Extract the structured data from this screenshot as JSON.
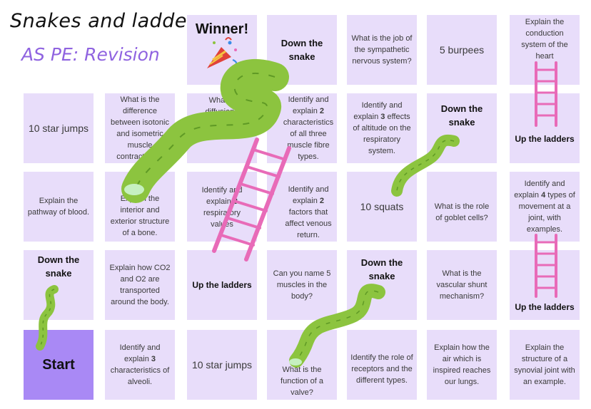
{
  "title": "Snakes and ladders",
  "subtitle": "AS PE: Revision",
  "cells": {
    "r0c2": "Winner!",
    "r0c3": "Down the snake",
    "r0c4": "What is the job of the sympathetic nervous system?",
    "r0c5": "5 burpees",
    "r0c6": "Explain the conduction system of the heart",
    "r1c0": "10 star jumps",
    "r1c1": "What is the difference between isotonic and isometric muscle contractions?",
    "r1c2": "What is diffusion?",
    "r1c3_a": "Identify and explain ",
    "r1c3_b": "2",
    "r1c3_c": " characteristics of all three muscle fibre types.",
    "r1c4_a": "Identify and explain ",
    "r1c4_b": "3",
    "r1c4_c": " effects of altitude on the respiratory system.",
    "r1c5": "Down the snake",
    "r1c6": "Up the ladders",
    "r2c0": "Explain the pathway of blood.",
    "r2c1": "Explain the interior and exterior structure of a bone.",
    "r2c2_a": "Identify and explain ",
    "r2c2_b": "3",
    "r2c2_c": " respiratory values",
    "r2c3_a": "Identify and explain ",
    "r2c3_b": "2",
    "r2c3_c": " factors that affect venous return.",
    "r2c4": "10 squats",
    "r2c5": "What is the role of goblet cells?",
    "r2c6_a": "Identify and explain ",
    "r2c6_b": "4",
    "r2c6_c": " types of movement at a joint, with examples.",
    "r3c0": "Down the snake",
    "r3c1": "Explain how CO2 and O2 are transported around the body.",
    "r3c2": "Up the ladders",
    "r3c3": "Can you name 5 muscles in the body?",
    "r3c4": "Down the snake",
    "r3c5": "What is the vascular shunt mechanism?",
    "r3c6": "Up the ladders",
    "r4c0": "Start",
    "r4c1_a": "Identify and explain ",
    "r4c1_b": "3",
    "r4c1_c": " characteristics of alveoli.",
    "r4c2": "10 star jumps",
    "r4c3": "What is the function of a valve?",
    "r4c4": "Identify the role of receptors and the different types.",
    "r4c5": "Explain how the air which is inspired reaches our lungs.",
    "r4c6": "Explain the structure of a synovial joint with an example."
  },
  "colors": {
    "cell": "#e8ddfa",
    "start": "#a989f5",
    "snake": "#8cc43f",
    "ladder": "#e86bb8"
  }
}
